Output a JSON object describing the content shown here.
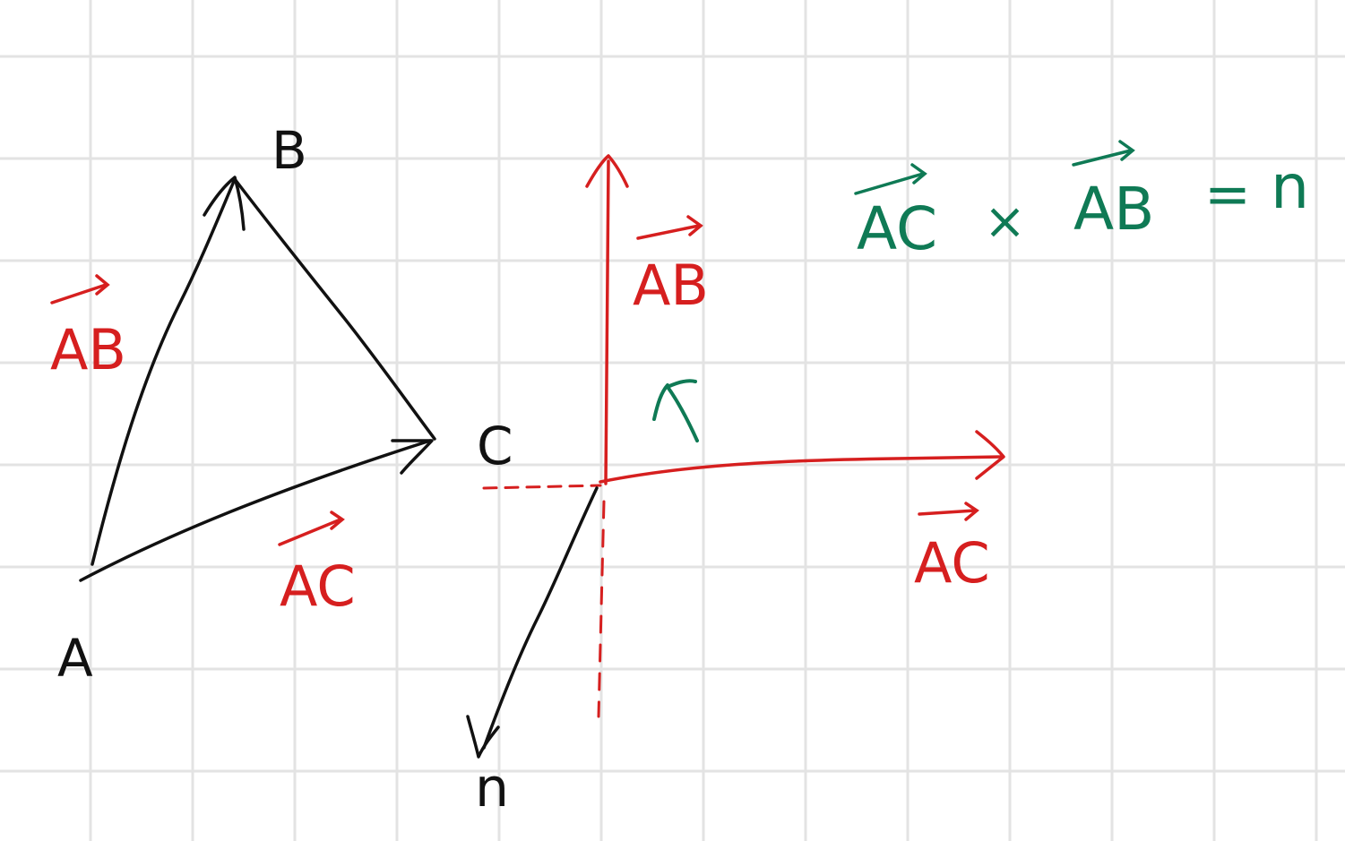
{
  "colors": {
    "grid": "#e3e3e3",
    "black": "#111111",
    "red": "#d61f1f",
    "green": "#0f7a55"
  },
  "points": {
    "a": "A",
    "b": "B",
    "c": "C"
  },
  "vectors": {
    "ab": "AB",
    "ac": "AC",
    "n": "n"
  },
  "equation": {
    "left": "AC",
    "op": "×",
    "right": "AB",
    "equals": "=",
    "result": "n"
  },
  "rotation_icon": "curved-arrow-icon"
}
